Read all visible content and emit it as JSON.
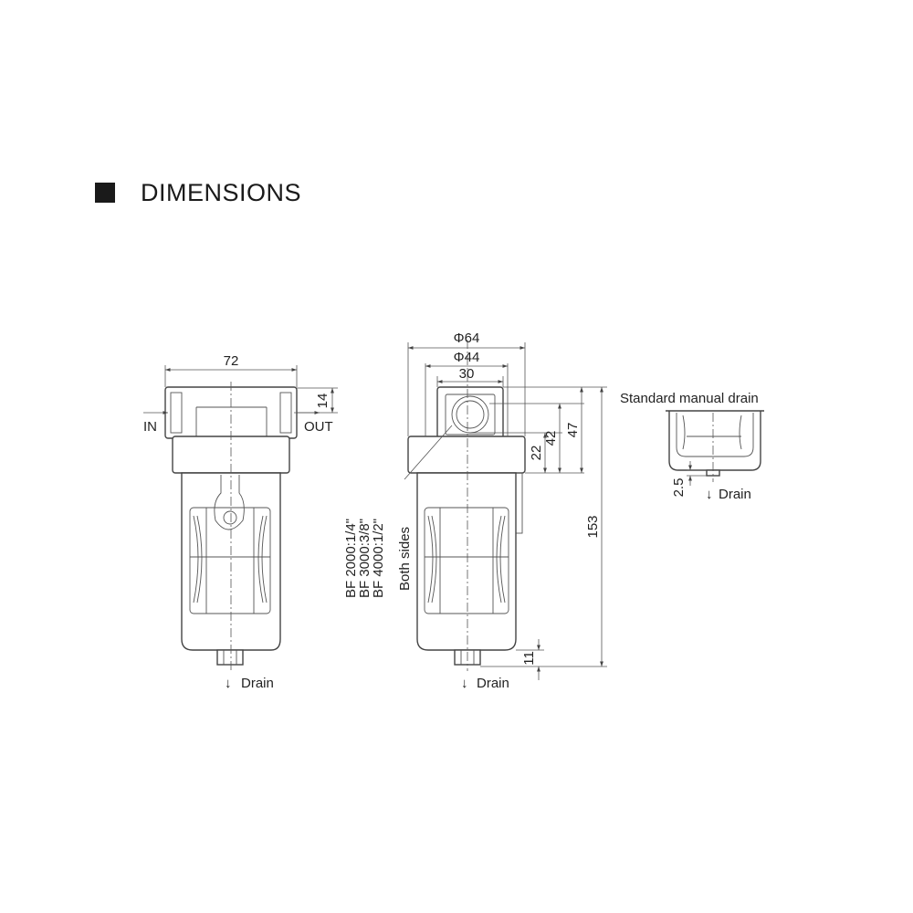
{
  "header": {
    "title": "DIMENSIONS"
  },
  "front_view": {
    "width_dim": "72",
    "port_height_dim": "14",
    "in_label": "IN",
    "out_label": "OUT",
    "drain_label": "Drain"
  },
  "side_view": {
    "phi64": "Φ64",
    "phi44": "Φ44",
    "dim30": "30",
    "dim22": "22",
    "dim42": "42",
    "dim47": "47",
    "dim153": "153",
    "dim11": "11",
    "port_lines": [
      "BF 2000:1/4\"",
      "BF 3000:3/8\"",
      "BF 4000:1/2\""
    ],
    "both_sides": "Both sides",
    "drain_label": "Drain"
  },
  "detail_view": {
    "title": "Standard manual drain",
    "dim": "2.5",
    "drain_label": "Drain"
  }
}
